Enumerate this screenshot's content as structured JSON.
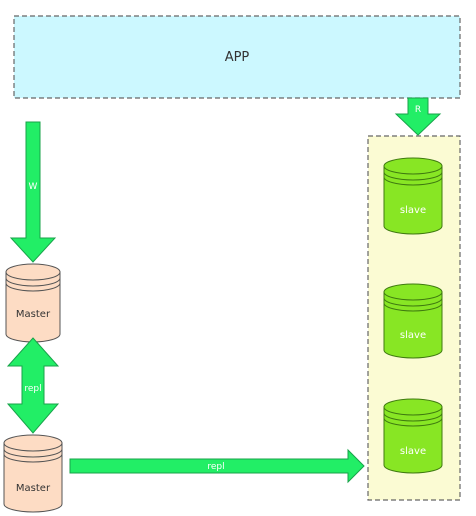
{
  "app": {
    "label": "APP",
    "fill": "#ccf8ff",
    "border": "#666666"
  },
  "arrows": {
    "write_label": "W",
    "read_label": "R",
    "master_repl_label": "repl",
    "slave_repl_label": "repl",
    "fill": "#22ee66",
    "stroke": "#18a34a"
  },
  "masters": {
    "items": [
      {
        "label": "Master"
      },
      {
        "label": "Master"
      }
    ],
    "fill": "#fddcc4",
    "stroke": "#555555"
  },
  "slave_pool": {
    "fill": "#fbfbd3",
    "border": "#666666"
  },
  "slaves": {
    "items": [
      {
        "label": "slave"
      },
      {
        "label": "slave"
      },
      {
        "label": "slave"
      }
    ],
    "fill": "#88e624",
    "stroke": "#3f7a10"
  }
}
